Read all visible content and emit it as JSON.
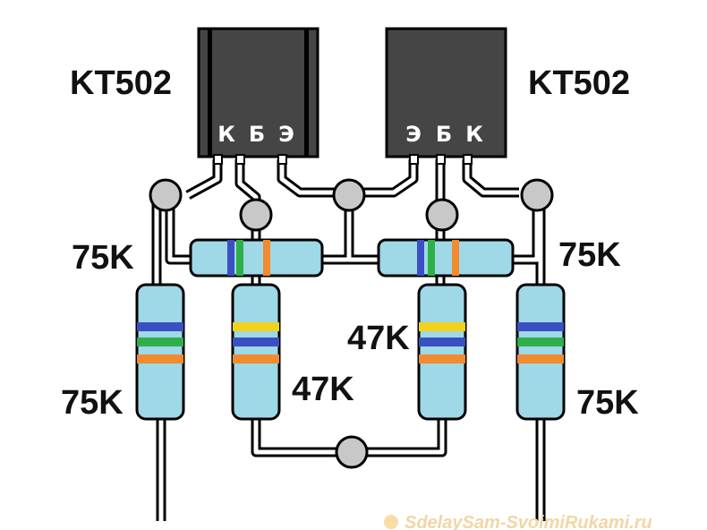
{
  "transistors": [
    {
      "name": "KT502",
      "pins": [
        "К",
        "Б",
        "Э"
      ]
    },
    {
      "name": "KT502",
      "pins": [
        "Э",
        "Б",
        "К"
      ]
    }
  ],
  "resistor_labels": {
    "top_left": "75K",
    "top_right": "75K",
    "bottom_left": "75K",
    "bottom_right": "75K",
    "mid_left": "47K",
    "mid_right": "47K"
  },
  "bands": {
    "r75k": [
      "violet",
      "green",
      "orange"
    ],
    "r47k": [
      "yellow",
      "violet",
      "orange"
    ]
  },
  "colors": {
    "wire_outline": "#000000",
    "wire_fill": "#ffffff",
    "transistor_body": "#454545",
    "resistor_body": "#9fd8e6",
    "junction": "#c8c8c8",
    "violet": "#3a4fc2",
    "green": "#2fae4a",
    "orange": "#f28a2e",
    "yellow": "#f1d21d"
  },
  "watermark": "SdelaySam-SvoimiRukami.ru"
}
